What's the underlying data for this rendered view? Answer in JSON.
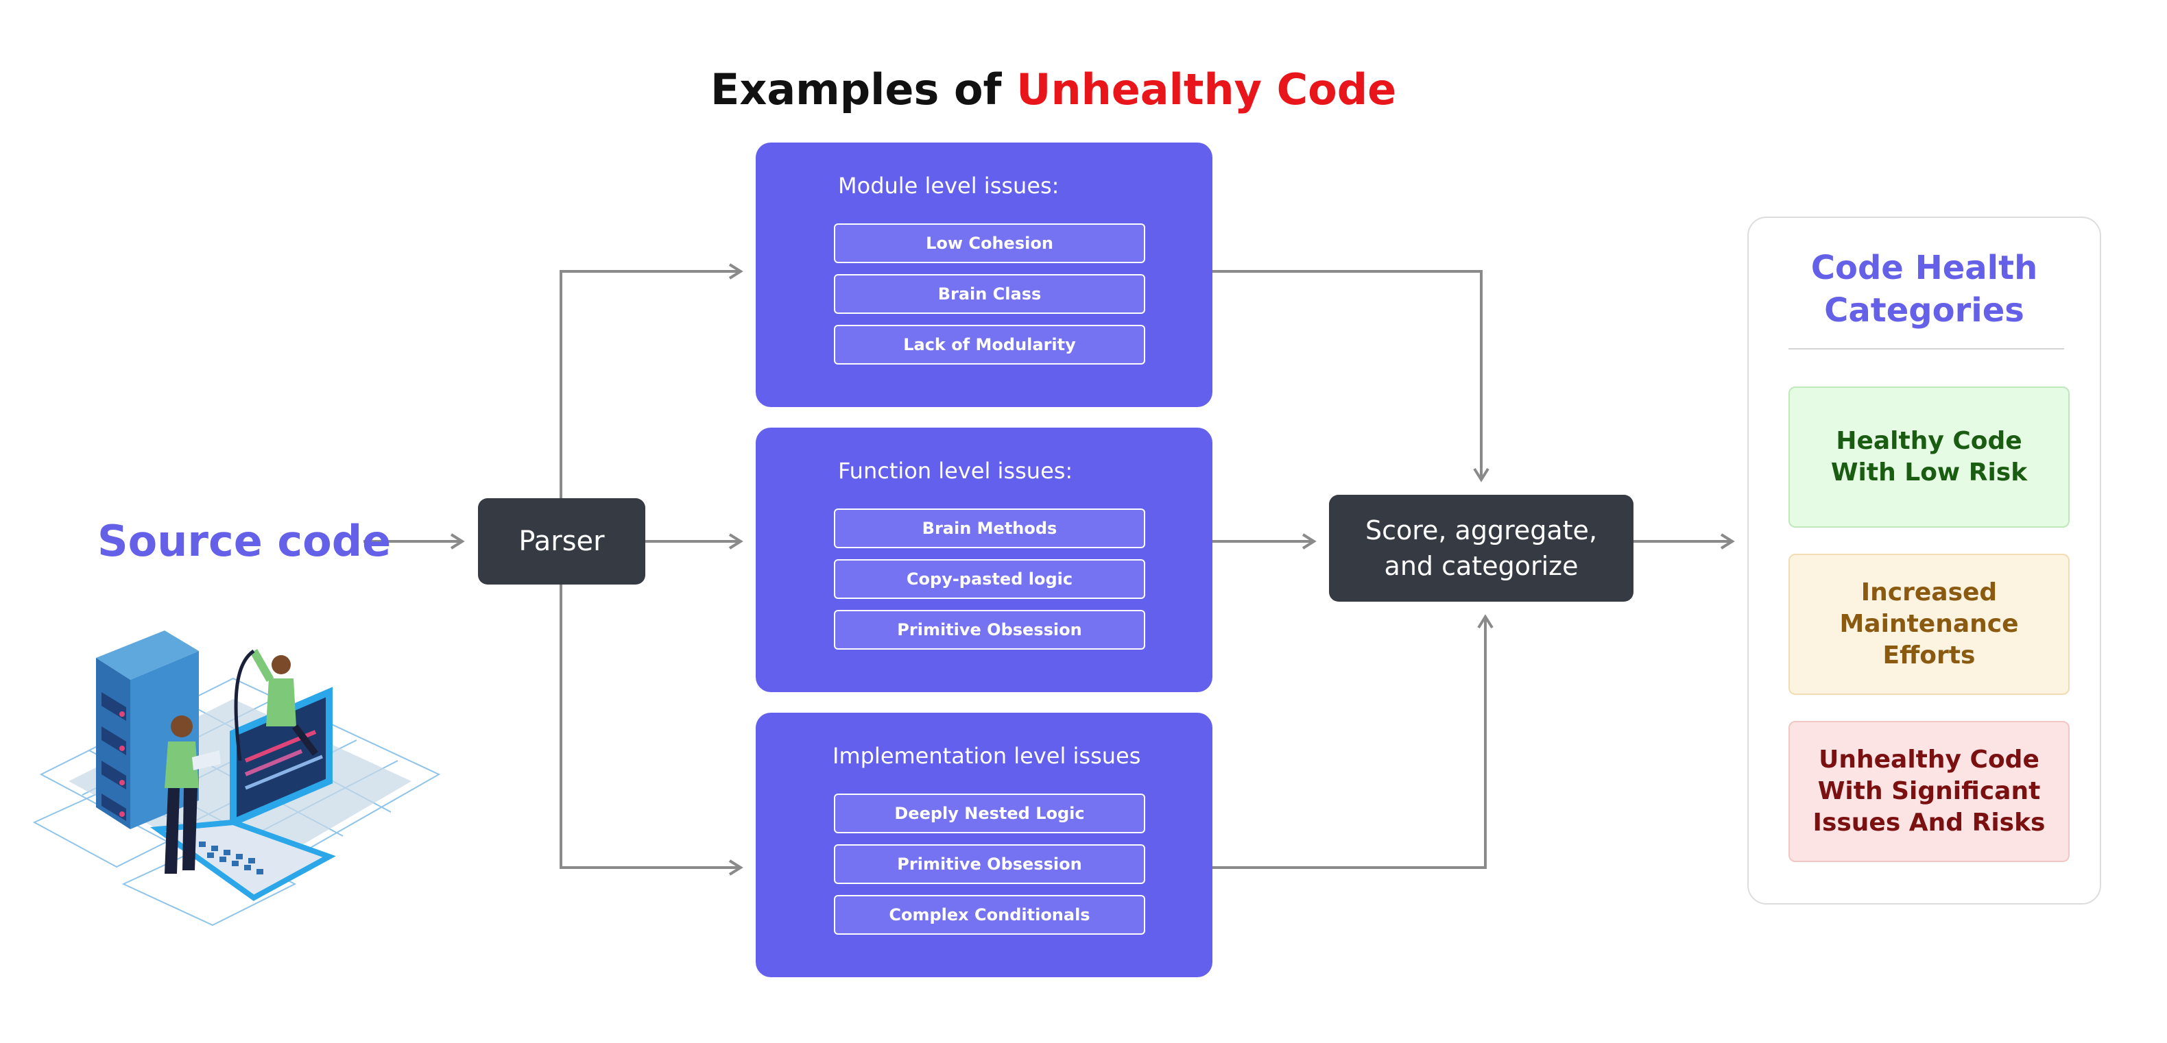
{
  "title": {
    "prefix": "Examples of ",
    "accent": "Unhealthy Code",
    "accent_color": "#e8161b"
  },
  "source": {
    "label": "Source code",
    "icon": "server-laptop-illustration"
  },
  "parser": {
    "label": "Parser"
  },
  "issue_groups": [
    {
      "heading": "Module level issues:",
      "items": [
        "Low Cohesion",
        "Brain Class",
        "Lack of Modularity"
      ]
    },
    {
      "heading": "Function level issues:",
      "items": [
        "Brain Methods",
        "Copy-pasted logic",
        "Primitive Obsession"
      ]
    },
    {
      "heading": "Implementation level issues",
      "items": [
        "Deeply Nested Logic",
        "Primitive Obsession",
        "Complex Conditionals"
      ]
    }
  ],
  "score": {
    "line1": "Score, aggregate,",
    "line2": "and categorize"
  },
  "categories": {
    "title_line1": "Code Health",
    "title_line2": "Categories",
    "items": [
      {
        "lines": [
          "Healthy Code",
          "With Low Risk"
        ],
        "bg": "#e6fbe4",
        "border": "#bfe8bb",
        "text": "#1a5c12"
      },
      {
        "lines": [
          "Increased",
          "Maintenance",
          "Efforts"
        ],
        "bg": "#fdf3e1",
        "border": "#f1dcb4",
        "text": "#8a5a10"
      },
      {
        "lines": [
          "Unhealthy Code",
          "With Significant",
          "Issues And Risks"
        ],
        "bg": "#fde4e4",
        "border": "#f3c6c6",
        "text": "#7a1010"
      }
    ]
  },
  "colors": {
    "accent_purple": "#6460e8",
    "panel_purple": "#6460ee",
    "dark_box": "#363a42",
    "arrow_gray": "#8a8a8a"
  }
}
